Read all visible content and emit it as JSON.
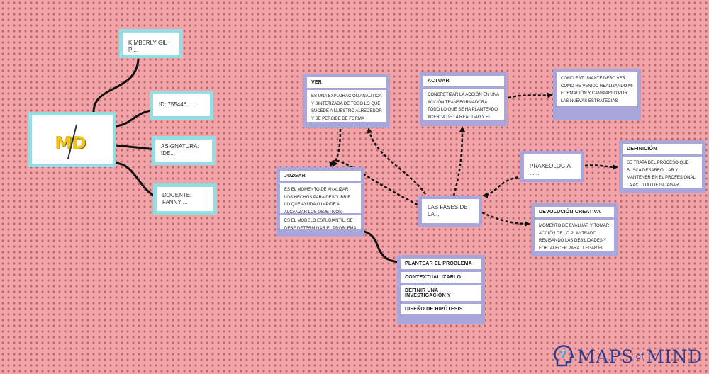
{
  "center": {
    "logo_text": "MD"
  },
  "left_nodes": {
    "name": "KIMBERLY GIL PI...",
    "id": "ID: 755446......",
    "subject": "ASIGNATURA: IDE...",
    "teacher": "DOCENTE: FANNY ..."
  },
  "ver": {
    "title": "VER",
    "text": "ES UNA EXPLORACIÓN ANALÍTICA Y SINTETIZADA DE TODO LO QUE SUCEDE A NUESTRO ALREDEDOR Y SE PERCIBE DE FORMA EMPÍRICA A TRAVÉS DE LA"
  },
  "actuar": {
    "title": "ACTUAR",
    "text": "CONCRETIZAR LA ACCIÓN EN UNA ACCIÓN TRANSFORMADORA TODO LO QUE SE HA PLANTEADO ACERCA DE LA REALIDAD Y EL NUEVO PLAN QUE SE VA"
  },
  "estudiante": {
    "text": "COMO ESTUDIANTE DEBO VER COMO HE VENIDO REALIZANDO MI FORMACIÓN Y CAMBIARLO POR LAS NUEVAS ESTRATEGIAS ADQUIRIDAS DE ESTUDIO"
  },
  "juzgar": {
    "title": "JUZGAR",
    "text1": "ES EL MOMENTO DE ANALIZAR LOS HECHOS PARA DESCUBRIR LO QUE AYUDA O IMPIDE A ALCANZAR LOS OBJETIVOS TRAZADOS",
    "text2": "ES EL MODELO ESTUDIANTIL, SE DEBE DETERMINAR EL PROBLEMA QUE NO ME"
  },
  "fases": {
    "text": "LAS FASES DE LA..."
  },
  "praxeologia": {
    "text": "PRAXEOLOGIA ......"
  },
  "definicion": {
    "title": "DEFINICIÓN",
    "text": "SE TRATA DEL PROCESO QUE BUSCA DESARROLLAR Y MANTENER EN EL PROFESIONAL LA ACTITUD DE INDAGAR ENRIQUECIDA EN TEORÍAS Y MÉTODOS"
  },
  "devolucion": {
    "title": "DEVOLUCIÓN CREATIVA",
    "text": "MOMENTO DE EVALUAR Y TOMAR ACCIÓN DE LO PLANTEADO REVISANDO LAS DEBILIDADES Y FORTALECER PARA LLEGAR EL OBJETIVO TRAZADO"
  },
  "plantear": {
    "items": [
      "PLANTEAR EL PROBLEMA",
      "CONTEXTUAL IZARLO",
      "DEFINIR UNA INVESTIGACIÓN Y",
      "DISEÑO DE HIPÓTESIS"
    ]
  },
  "brand": {
    "maps": "MAPS",
    "of": "of",
    "mind": "MIND"
  },
  "colors": {
    "background": "#f2a3a7",
    "cyan": "#94dde4",
    "purple": "#a9a6dc",
    "brand": "#2c3e8f"
  }
}
